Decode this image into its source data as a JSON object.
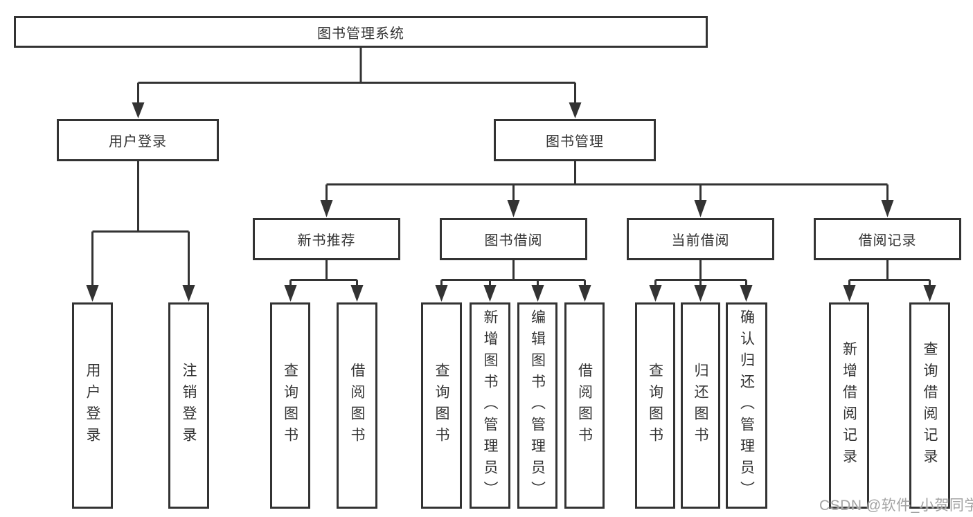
{
  "tree": {
    "root": {
      "label": "图书管理系统"
    },
    "branches": [
      {
        "label": "用户登录",
        "children": [
          {
            "label": "用户登录"
          },
          {
            "label": "注销登录"
          }
        ]
      },
      {
        "label": "图书管理",
        "children": [
          {
            "label": "新书推荐",
            "children": [
              {
                "label": "查询图书"
              },
              {
                "label": "借阅图书"
              }
            ]
          },
          {
            "label": "图书借阅",
            "children": [
              {
                "label": "查询图书"
              },
              {
                "label": "新增图书（管理员）"
              },
              {
                "label": "编辑图书（管理员）"
              },
              {
                "label": "借阅图书"
              }
            ]
          },
          {
            "label": "当前借阅",
            "children": [
              {
                "label": "查询图书"
              },
              {
                "label": "归还图书"
              },
              {
                "label": "确认归还（管理员）"
              }
            ]
          },
          {
            "label": "借阅记录",
            "children": [
              {
                "label": "新增借阅记录"
              },
              {
                "label": "查询借阅记录"
              }
            ]
          }
        ]
      }
    ]
  },
  "watermark": "CSDN @软件_小贺同学",
  "colors": {
    "line": "#333333",
    "box_border": "#333333",
    "text": "#333333",
    "background": "#ffffff",
    "watermark": "#a3a3a3"
  }
}
